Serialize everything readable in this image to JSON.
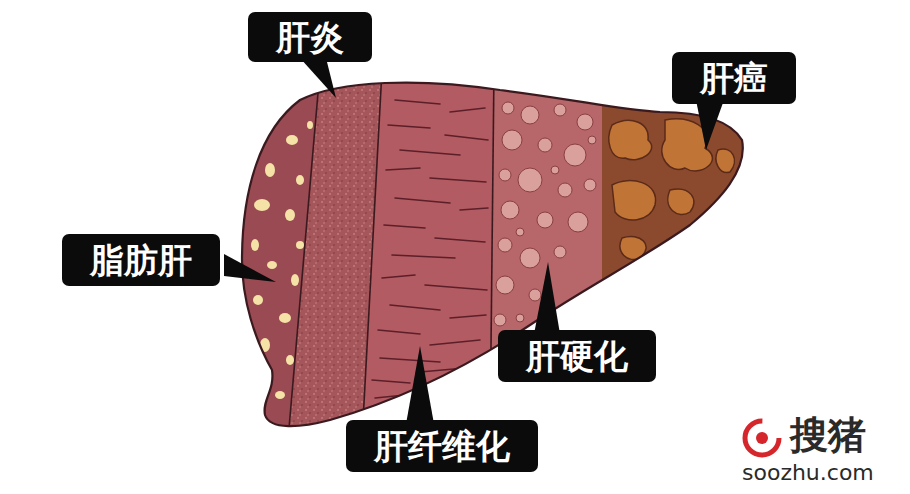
{
  "diagram": {
    "nodes": [
      {
        "text": [
          "肝炎"
        ]
      },
      {
        "text": [
          "肝癌"
        ]
      },
      {
        "text": [
          "脂肪肝"
        ]
      },
      {
        "text": [
          "肝硬化"
        ]
      },
      {
        "text": [
          "肝纤维化"
        ]
      }
    ],
    "labels": [
      "搜猪",
      "soozhu.com"
    ]
  }
}
